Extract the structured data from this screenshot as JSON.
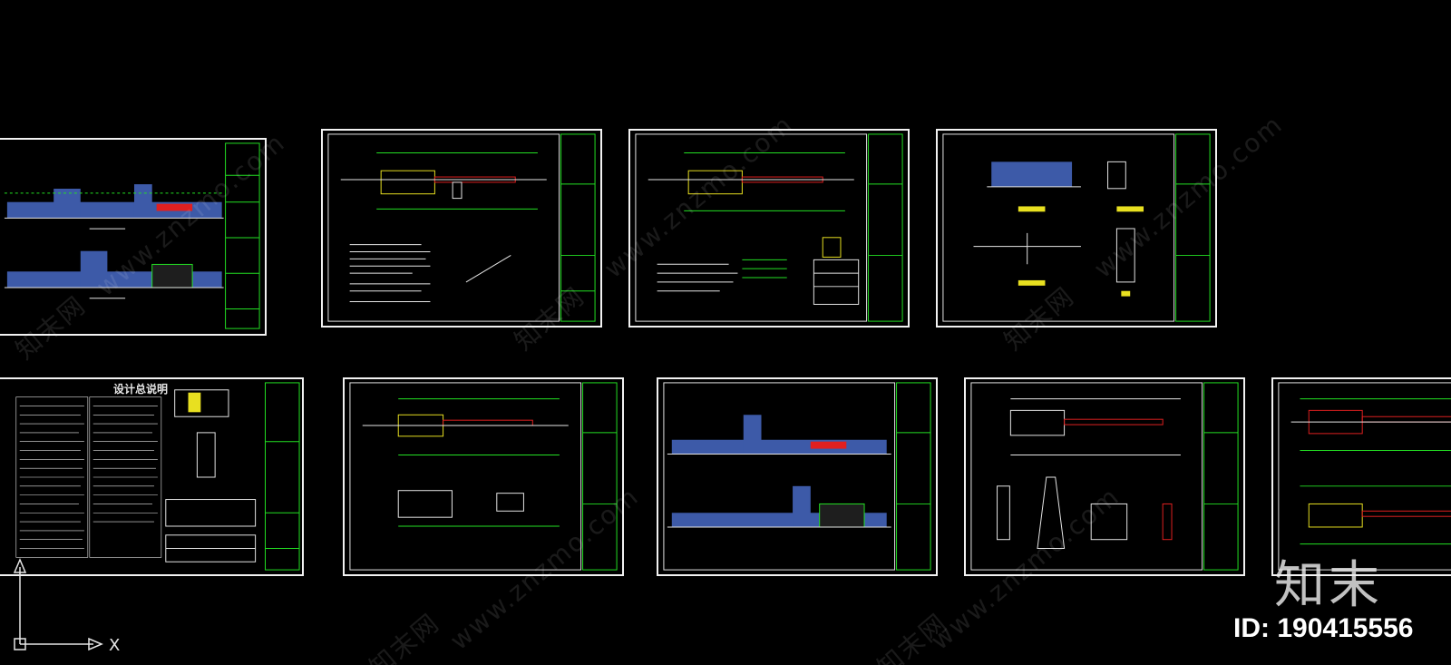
{
  "window": {
    "title": ""
  },
  "sheets": [
    {
      "id": "A",
      "kind": "elevations"
    },
    {
      "id": "B",
      "kind": "plan-notes"
    },
    {
      "id": "C",
      "kind": "plan-table"
    },
    {
      "id": "D",
      "kind": "details"
    },
    {
      "id": "E",
      "kind": "design-notes",
      "heading": "设计总说明"
    },
    {
      "id": "F",
      "kind": "plans"
    },
    {
      "id": "G",
      "kind": "elevations"
    },
    {
      "id": "H",
      "kind": "plan-details"
    },
    {
      "id": "I",
      "kind": "plans"
    }
  ],
  "watermark": {
    "text": "www.znzmo.com",
    "text2": "知末网"
  },
  "logo": {
    "text": "知末"
  },
  "asset": {
    "id_label": "ID: 190415556"
  },
  "ucs": {
    "x_label": "X"
  },
  "colors": {
    "background": "#000000",
    "frame": "#f2f2f2",
    "title_block": "#23e023",
    "dimension": "#e6e6e6",
    "building_fill": "#3d5aa8",
    "accent_red": "#e02020",
    "accent_yellow": "#e8e020",
    "accent_cyan": "#30d8e8"
  }
}
